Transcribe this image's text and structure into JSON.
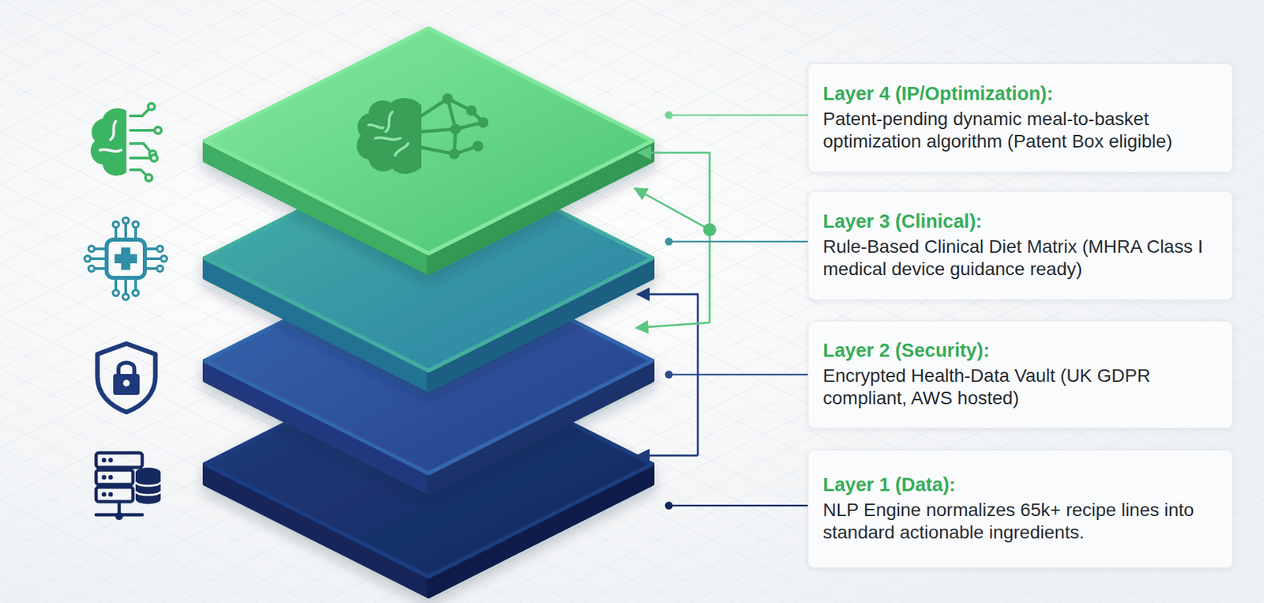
{
  "diagram": {
    "nodes": [
      {
        "text": [
          "Layer 4 (IP/Optimization):",
          "Patent-pending dynamic meal-to-basket optimization algorithm (Patent Box eligible)"
        ]
      },
      {
        "text": [
          "Layer 3 (Clinical):",
          "Rule-Based Clinical Diet Matrix (MHRA Class I medical device guidance ready)"
        ]
      },
      {
        "text": [
          "Layer 2 (Security):",
          "Encrypted Health-Data Vault (UK GDPR compliant, AWS hosted)"
        ]
      },
      {
        "text": [
          "Layer 1 (Data):",
          "NLP Engine normalizes 65k+ recipe lines into standard actionable ingredients."
        ]
      }
    ]
  }
}
